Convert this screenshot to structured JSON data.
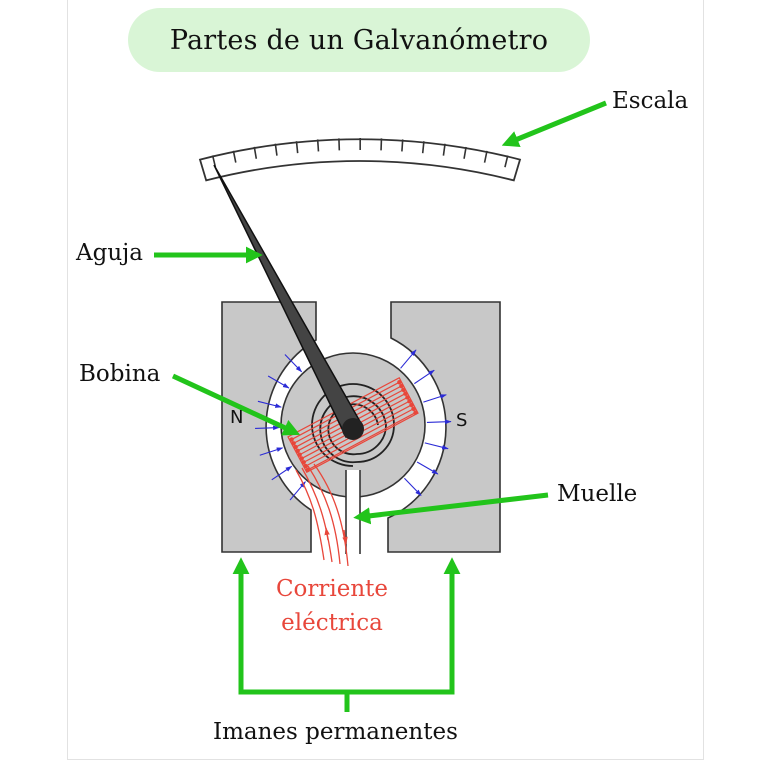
{
  "title": "Partes de un Galvanómetro",
  "labels": {
    "escala": "Escala",
    "aguja": "Aguja",
    "bobina": "Bobina",
    "muelle": "Muelle",
    "imanes": "Imanes permanentes",
    "corriente_line1": "Corriente",
    "corriente_line2": "eléctrica",
    "pole_n": "N",
    "pole_s": "S"
  },
  "colors": {
    "arrow": "#22c41b",
    "current": "#e8473b",
    "magnet": "#c8c8c8",
    "title_bg": "#d9f5d6",
    "field": "#2b2bd6"
  }
}
